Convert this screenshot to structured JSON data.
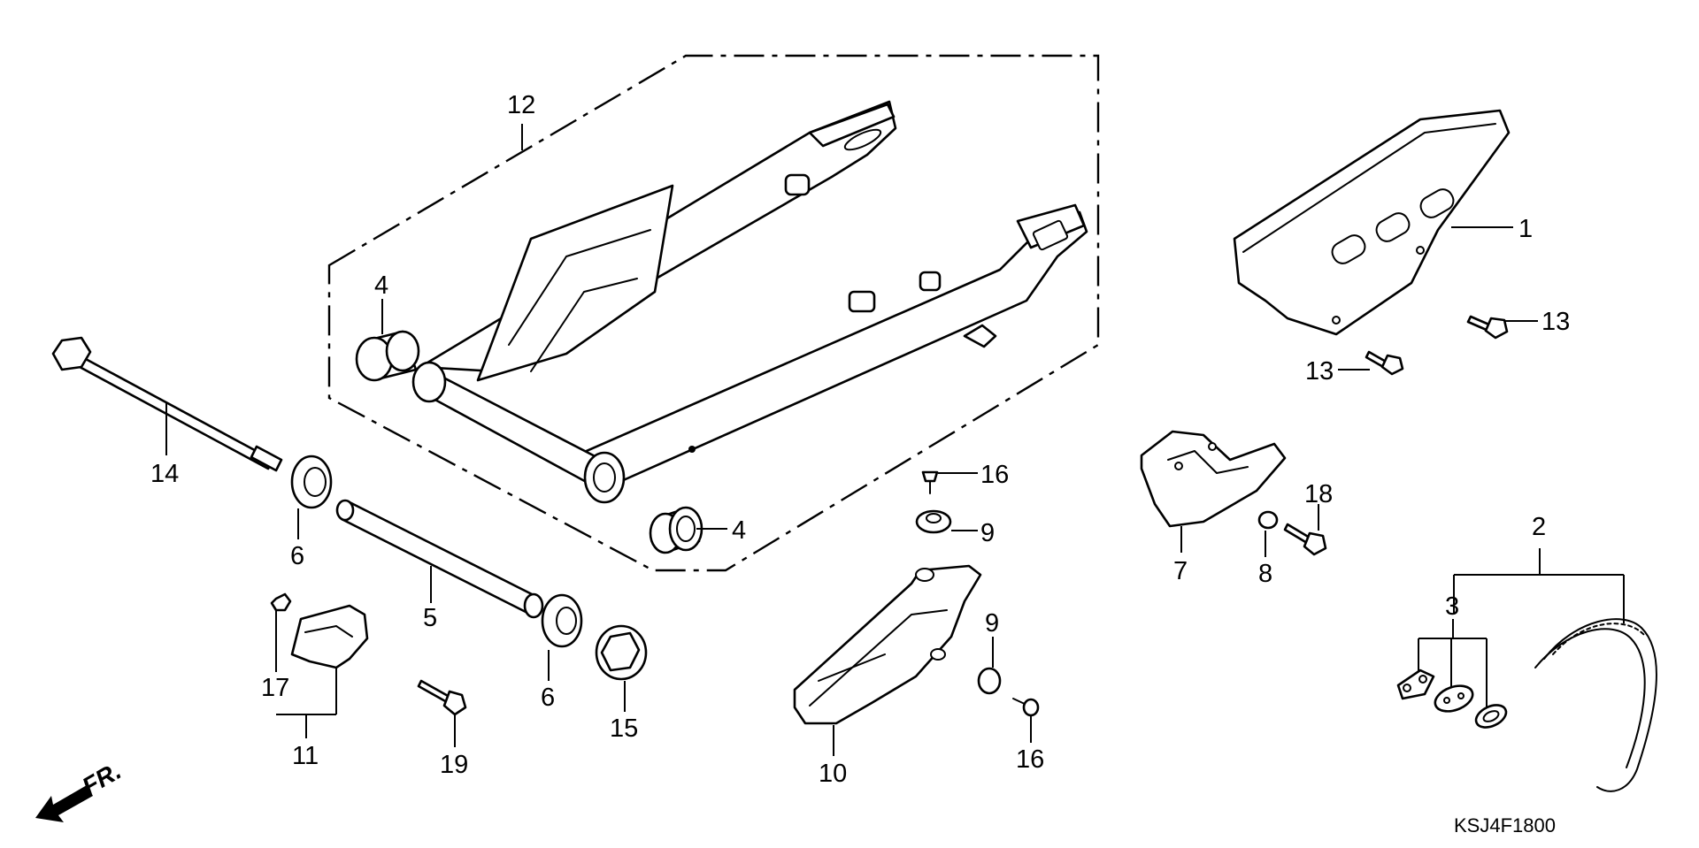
{
  "diagram": {
    "drawing_code": "KSJ4F1800",
    "direction_marker": "FR.",
    "callouts": {
      "c1": "1",
      "c2": "2",
      "c3": "3",
      "c4a": "4",
      "c4b": "4",
      "c5": "5",
      "c6a": "6",
      "c6b": "6",
      "c7": "7",
      "c8": "8",
      "c9a": "9",
      "c9b": "9",
      "c10": "10",
      "c11": "11",
      "c12": "12",
      "c13a": "13",
      "c13b": "13",
      "c14": "14",
      "c15": "15",
      "c16a": "16",
      "c16b": "16",
      "c17": "17",
      "c18": "18",
      "c19": "19"
    }
  }
}
